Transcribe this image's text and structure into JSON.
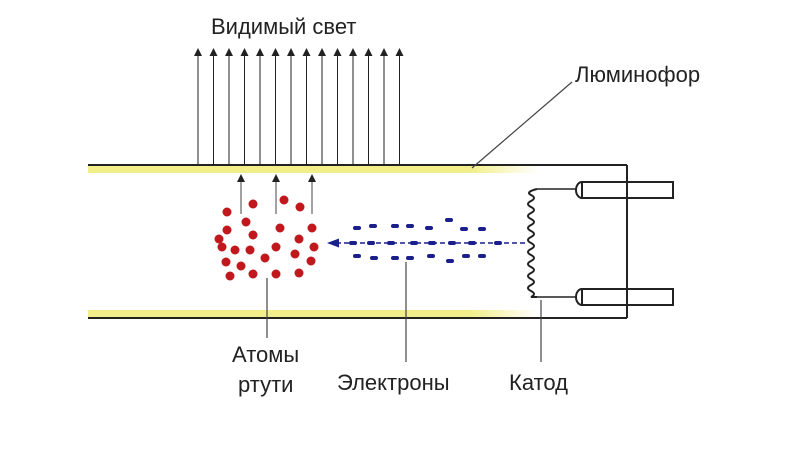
{
  "labels": {
    "visible_light": "Видимый свет",
    "phosphor": "Люминофор",
    "mercury_atoms_line1": "Атомы",
    "mercury_atoms_line2": "ртути",
    "electrons": "Электроны",
    "cathode": "Катод"
  },
  "colors": {
    "phosphor": "#f2ef8a",
    "mercury_atom": "#c0181c",
    "electron": "#1a1f8c",
    "outline": "#222222"
  }
}
